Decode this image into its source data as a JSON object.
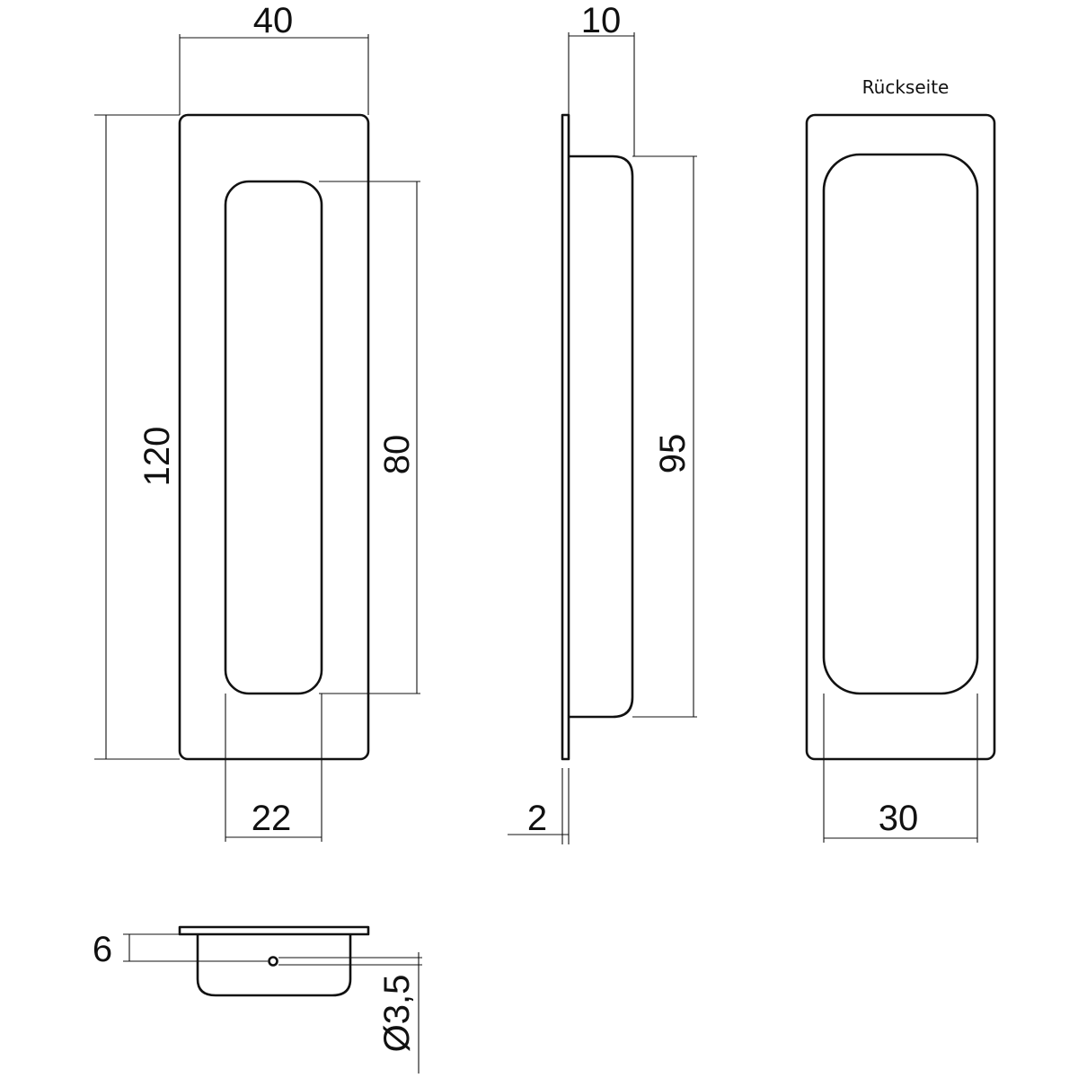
{
  "views": {
    "back": {
      "label": "Rückseite"
    }
  },
  "dimensions": {
    "front_width": "40",
    "front_height": "120",
    "recess_height": "80",
    "recess_width": "22",
    "side_depth": "10",
    "side_height": "95",
    "plate_thickness": "2",
    "back_width": "30",
    "bottom_depth": "6",
    "hole_diameter": "Ø3,5"
  }
}
